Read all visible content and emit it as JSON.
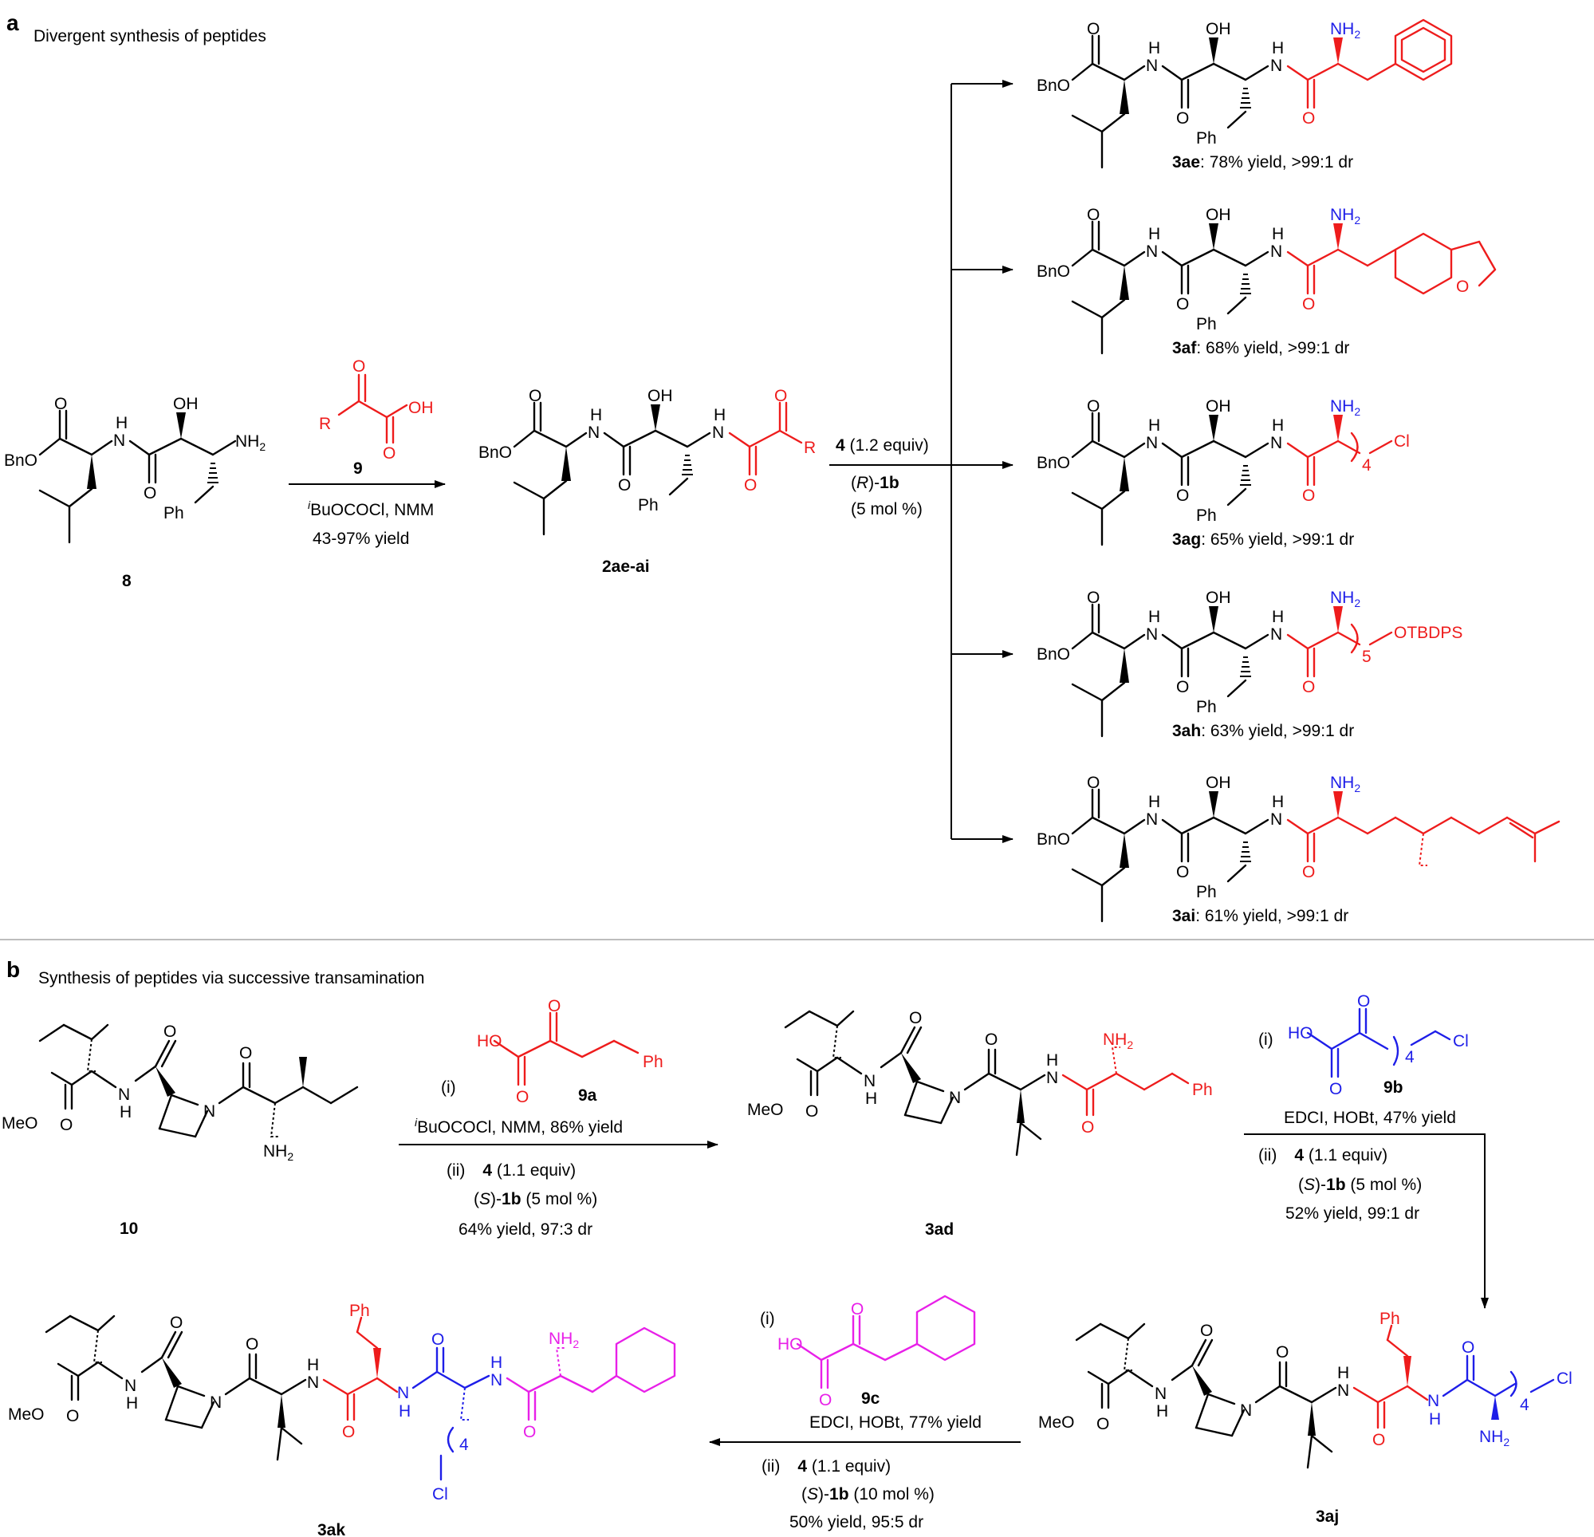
{
  "panel_a": {
    "letter": "a",
    "title": "Divergent synthesis of peptides",
    "start_compound": {
      "id": "8",
      "labels": {
        "ester": "BnO",
        "carbonyl_o": "O",
        "nh": "H",
        "n": "N",
        "oh": "OH",
        "amine": "NH",
        "amine_sub": "2",
        "amide_o": "O",
        "ph": "Ph"
      }
    },
    "step1": {
      "reagent_id": "9",
      "ketoacid_r": "R",
      "ketoacid_o": "O",
      "ketoacid_oh": "OH",
      "ketoacid_o2": "O",
      "condition_prefix": "i",
      "condition": "BuOCOCl, NMM",
      "yield": "43-97% yield"
    },
    "intermediate": {
      "id": "2ae-ai",
      "r": "R"
    },
    "step2": {
      "reagent_bold": "4",
      "reagent_rest": " (1.2 equiv)",
      "catalyst_open": "(",
      "catalyst_italic": "R",
      "catalyst_close": ")-",
      "catalyst_bold": "1b",
      "loading": "(5 mol %)"
    },
    "products": [
      {
        "id": "3ae",
        "result": ": 78% yield, >99:1 dr",
        "side": ""
      },
      {
        "id": "3af",
        "result": ": 68% yield, >99:1 dr",
        "side": "O"
      },
      {
        "id": "3ag",
        "result": ": 65% yield, >99:1 dr",
        "side": "Cl",
        "n": "4"
      },
      {
        "id": "3ah",
        "result": ": 63% yield, >99:1 dr",
        "side": "OTBDPS",
        "n": "5"
      },
      {
        "id": "3ai",
        "result": ": 61% yield, >99:1 dr",
        "side": ""
      }
    ]
  },
  "panel_b": {
    "letter": "b",
    "title": "Synthesis of peptides via successive transamination",
    "start_id": "10",
    "step1": {
      "i": "(i)",
      "reagent_id": "9a",
      "ho": "HO",
      "ph": "Ph",
      "cond_prefix": "i",
      "cond": "BuOCOCl, NMM, 86% yield",
      "ii": "(ii)",
      "reagent_bold": "4",
      "reagent_rest": " (1.1 equiv)",
      "cat_open": "(",
      "cat_italic": "S",
      "cat_close": ")-",
      "cat_bold": "1b",
      "cat_rest": " (5 mol %)",
      "result": "64% yield, 97:3 dr"
    },
    "mid_id": "3ad",
    "step2": {
      "i": "(i)",
      "reagent_id": "9b",
      "ho": "HO",
      "cl": "Cl",
      "n": "4",
      "cond": "EDCI, HOBt, 47% yield",
      "ii": "(ii)",
      "reagent_bold": "4",
      "reagent_rest": " (1.1 equiv)",
      "cat_open": "(",
      "cat_italic": "S",
      "cat_close": ")-",
      "cat_bold": "1b",
      "cat_rest": " (5 mol %)",
      "result": "52% yield, 99:1 dr"
    },
    "aj_id": "3aj",
    "step3": {
      "i": "(i)",
      "reagent_id": "9c",
      "ho": "HO",
      "cond": "EDCI, HOBt, 77% yield",
      "ii": "(ii)",
      "reagent_bold": "4",
      "reagent_rest": " (1.1 equiv)",
      "cat_open": "(",
      "cat_italic": "S",
      "cat_close": ")-",
      "cat_bold": "1b",
      "cat_rest": " (10 mol %)",
      "result": "50% yield, 95:5 dr"
    },
    "ak_id": "3ak",
    "atoms": {
      "meo": "MeO",
      "o": "O",
      "n": "N",
      "h": "H",
      "nh2": "NH",
      "sub2": "2",
      "ph": "Ph",
      "cl": "Cl",
      "n4": "4"
    }
  },
  "colors": {
    "red": "#ee1c1c",
    "blue": "#1e1ee8",
    "magenta": "#e820e8"
  }
}
